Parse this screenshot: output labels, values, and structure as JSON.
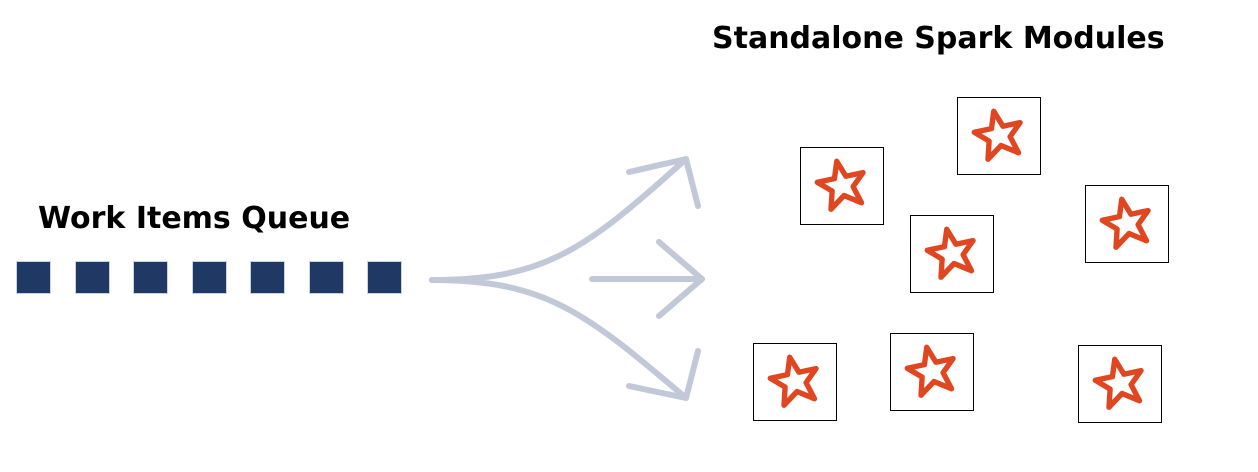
{
  "queue": {
    "title": "Work Items Queue",
    "item_count": 7,
    "item_color": "#203864"
  },
  "fan_out": {
    "arrow_count": 3,
    "arrow_color": "#c1c9d9",
    "arrow_icon": "fan-out-arrow-icon"
  },
  "modules": {
    "title": "Standalone Spark Modules",
    "count": 7,
    "icon": "spark-star-icon",
    "star_color": "#e0461f",
    "box_border_color": "#000000"
  }
}
